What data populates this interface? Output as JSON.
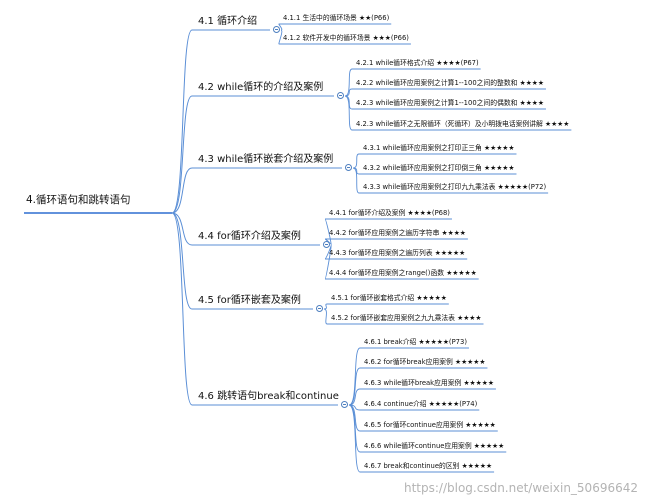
{
  "colors": {
    "line": "#5b8fd6",
    "root_underline": "#2f6fd0",
    "toggle": "#4f80c0",
    "text": "#111111",
    "watermark": "#b4b4b4"
  },
  "root": {
    "label": "4.循环语句和跳转语句"
  },
  "branches": [
    {
      "label": "4.1 循环介绍",
      "children": [
        "4.1.1 生活中的循环场景 ★★(P66)",
        "4.1.2 软件开发中的循环场景 ★★★(P66)"
      ]
    },
    {
      "label": "4.2 while循环的介绍及案例",
      "children": [
        "4.2.1 while循环格式介绍 ★★★★(P67)",
        "4.2.2 while循环应用案例之计算1--100之间的整数和 ★★★★",
        "4.2.3 while循环应用案例之计算1--100之间的偶数和 ★★★★",
        "4.2.3 while循环之无限循环（死循环）及小明拨电话案例讲解 ★★★★"
      ]
    },
    {
      "label": "4.3 while循环嵌套介绍及案例",
      "children": [
        "4.3.1 while循环应用案例之打印正三角 ★★★★★",
        "4.3.2 while循环应用案例之打印倒三角 ★★★★★",
        "4.3.3 while循环应用案例之打印九九乘法表 ★★★★★(P72)"
      ]
    },
    {
      "label": "4.4 for循环介绍及案例",
      "children": [
        "4.4.1 for循环介绍及案例 ★★★★(P68)",
        "4.4.2 for循环应用案例之遍历字符串 ★★★★",
        "4.4.3 for循环应用案例之遍历列表 ★★★★★",
        "4.4.4 for循环应用案例之range()函数 ★★★★★"
      ]
    },
    {
      "label": "4.5 for循环嵌套及案例",
      "children": [
        "4.5.1 for循环嵌套格式介绍 ★★★★★",
        "4.5.2 for循环嵌套应用案例之九九乘法表 ★★★★"
      ]
    },
    {
      "label": "4.6 跳转语句break和continue",
      "children": [
        "4.6.1 break介绍 ★★★★★(P73)",
        "4.6.2 for循环break应用案例 ★★★★★",
        "4.6.3 while循环break应用案例 ★★★★★",
        "4.6.4 continue介绍 ★★★★★(P74)",
        "4.6.5 for循环continue应用案例 ★★★★★",
        "4.6.6 while循环continue应用案例 ★★★★★",
        "4.6.7 break和continue的区别 ★★★★★"
      ]
    }
  ],
  "watermark": "https://blog.csdn.net/weixin_50696642"
}
